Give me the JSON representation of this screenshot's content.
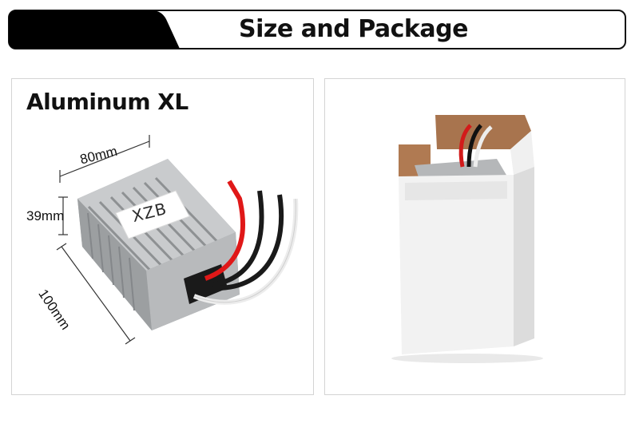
{
  "banner": {
    "title": "Size and Package"
  },
  "left_panel": {
    "label": "Aluminum XL",
    "brand": "XZB",
    "dimensions": {
      "width": "80mm",
      "height": "39mm",
      "length": "100mm"
    }
  },
  "colors": {
    "banner_dark": "#000000",
    "panel_border": "#d4d4d4",
    "wire_red": "#e01818",
    "box": "#f2f2f2",
    "box_inside": "#b07a52"
  },
  "icons": {
    "product": "aluminum-converter-image",
    "package": "white-box-image"
  }
}
